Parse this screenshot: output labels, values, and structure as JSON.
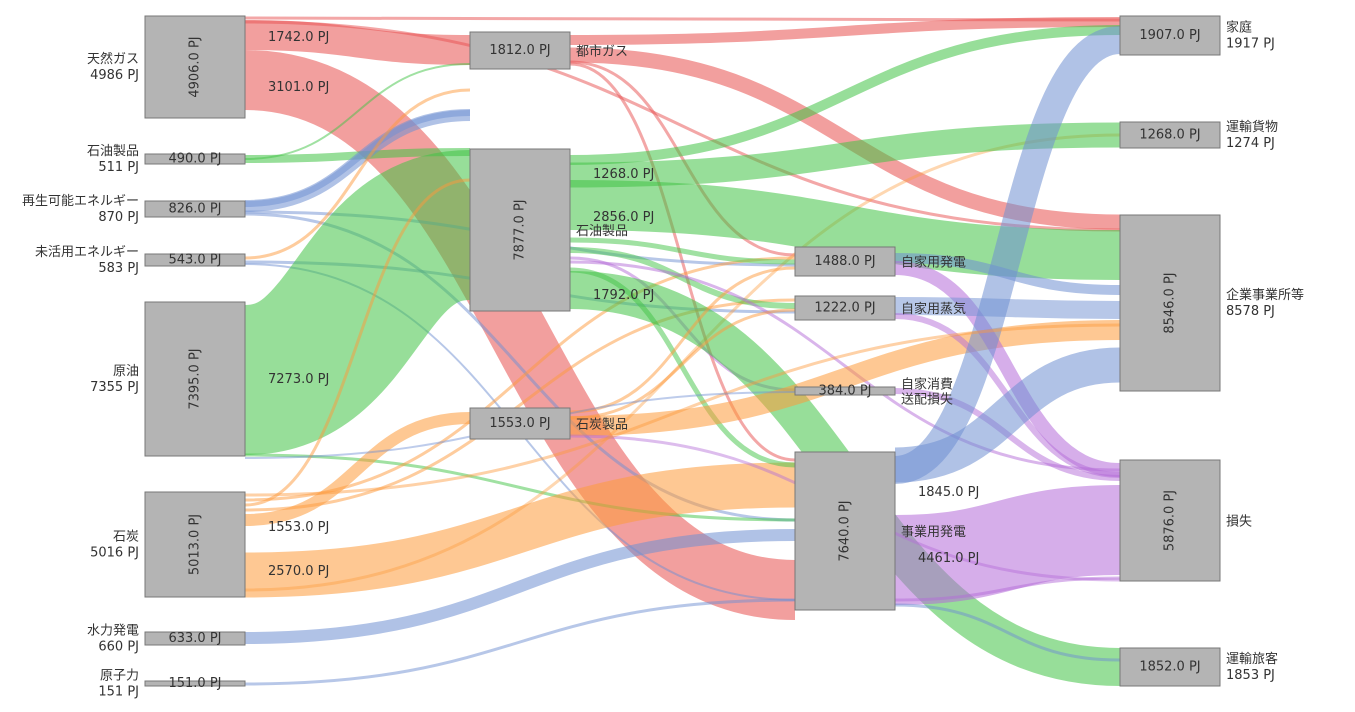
{
  "chart_data": {
    "type": "sankey",
    "unit": "PJ",
    "colors": {
      "natural_gas": "#e8504f",
      "petroleum": "#42c345",
      "renewable": "#6f8fd2",
      "coal": "#fd9a3b",
      "loss": "#b46cd8",
      "node_fill": "#b4b4b4",
      "node_stroke": "#777777"
    },
    "sources": [
      {
        "id": "gas",
        "name": "天然ガス",
        "total": "4986 PJ",
        "value": "4906.0 PJ"
      },
      {
        "id": "oilp",
        "name": "石油製品",
        "total": "511 PJ",
        "value": "490.0 PJ"
      },
      {
        "id": "ren",
        "name": "再生可能エネルギー",
        "total": "870 PJ",
        "value": "826.0 PJ"
      },
      {
        "id": "unused",
        "name": "未活用エネルギー",
        "total": "583 PJ",
        "value": "543.0 PJ"
      },
      {
        "id": "crude",
        "name": "原油",
        "total": "7355 PJ",
        "value": "7395.0 PJ"
      },
      {
        "id": "coal",
        "name": "石炭",
        "total": "5016 PJ",
        "value": "5013.0 PJ"
      },
      {
        "id": "hydro",
        "name": "水力発電",
        "total": "660 PJ",
        "value": "633.0 PJ"
      },
      {
        "id": "nuclear",
        "name": "原子力",
        "total": "151 PJ",
        "value": "151.0 PJ"
      }
    ],
    "intermediates": [
      {
        "id": "citygas",
        "name": "都市ガス",
        "value": "1812.0 PJ"
      },
      {
        "id": "oilprod",
        "name": "石油製品",
        "value": "7877.0 PJ"
      },
      {
        "id": "coalprod",
        "name": "石炭製品",
        "value": "1553.0 PJ"
      },
      {
        "id": "selfgen",
        "name": "自家用発電",
        "value": "1488.0 PJ"
      },
      {
        "id": "selfsteam",
        "name": "自家用蒸気",
        "value": "1222.0 PJ"
      },
      {
        "id": "selfuse",
        "name": "自家消費\n送配損失",
        "value": "384.0 PJ"
      },
      {
        "id": "utility",
        "name": "事業用発電",
        "value": "7640.0 PJ"
      }
    ],
    "targets": [
      {
        "id": "home",
        "name": "家庭",
        "total": "1917 PJ",
        "value": "1907.0 PJ"
      },
      {
        "id": "freight",
        "name": "運輸貨物",
        "total": "1274 PJ",
        "value": "1268.0 PJ"
      },
      {
        "id": "business",
        "name": "企業事業所等",
        "total": "8578 PJ",
        "value": "8546.0 PJ"
      },
      {
        "id": "loss",
        "name": "損失",
        "total": "",
        "value": "5876.0 PJ"
      },
      {
        "id": "passenger",
        "name": "運輸旅客",
        "total": "1853 PJ",
        "value": "1852.0 PJ"
      }
    ],
    "flow_labels": [
      {
        "id": "f1",
        "text": "1742.0 PJ"
      },
      {
        "id": "f2",
        "text": "3101.0 PJ"
      },
      {
        "id": "f3",
        "text": "7273.0 PJ"
      },
      {
        "id": "f4",
        "text": "1553.0 PJ"
      },
      {
        "id": "f5",
        "text": "2570.0 PJ"
      },
      {
        "id": "f6",
        "text": "1268.0 PJ"
      },
      {
        "id": "f7",
        "text": "2856.0 PJ"
      },
      {
        "id": "f8",
        "text": "1792.0 PJ"
      },
      {
        "id": "f9",
        "text": "1845.0 PJ"
      },
      {
        "id": "f10",
        "text": "4461.0 PJ"
      }
    ]
  }
}
